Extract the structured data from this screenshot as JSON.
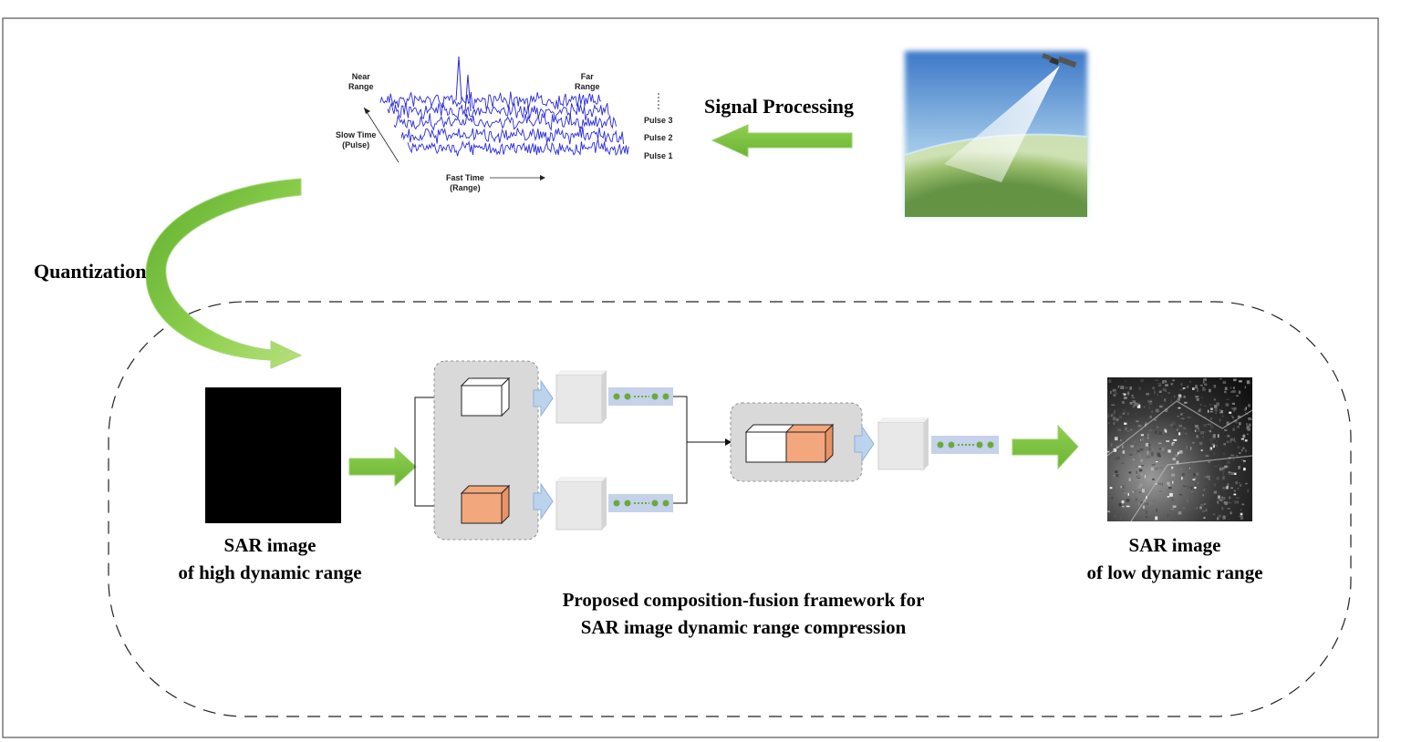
{
  "signal_plot": {
    "near_range": [
      "Near",
      "Range"
    ],
    "far_range": [
      "Far",
      "Range"
    ],
    "slow_time": [
      "Slow Time",
      "(Pulse)"
    ],
    "fast_time": [
      "Fast Time",
      "(Range)"
    ],
    "pulses": [
      "Pulse 3",
      "Pulse 2",
      "Pulse 1"
    ]
  },
  "labels": {
    "signal_processing": "Signal Processing",
    "quantization": "Quantization",
    "input_caption": [
      "SAR image",
      "of high dynamic range"
    ],
    "output_caption": [
      "SAR image",
      "of low dynamic range"
    ],
    "framework_caption": [
      "Proposed composition-fusion framework for",
      "SAR image dynamic range compression"
    ]
  },
  "colors": {
    "green_arrow": "#7cc242",
    "waveform": "#2a2ae0",
    "orange_cube": "#f2a77c",
    "gray_panel": "#d9d9d9",
    "blue_arrow": "#bcd3ee",
    "dot_bar": "#c5d2ea",
    "dot": "#6aaa3a"
  }
}
